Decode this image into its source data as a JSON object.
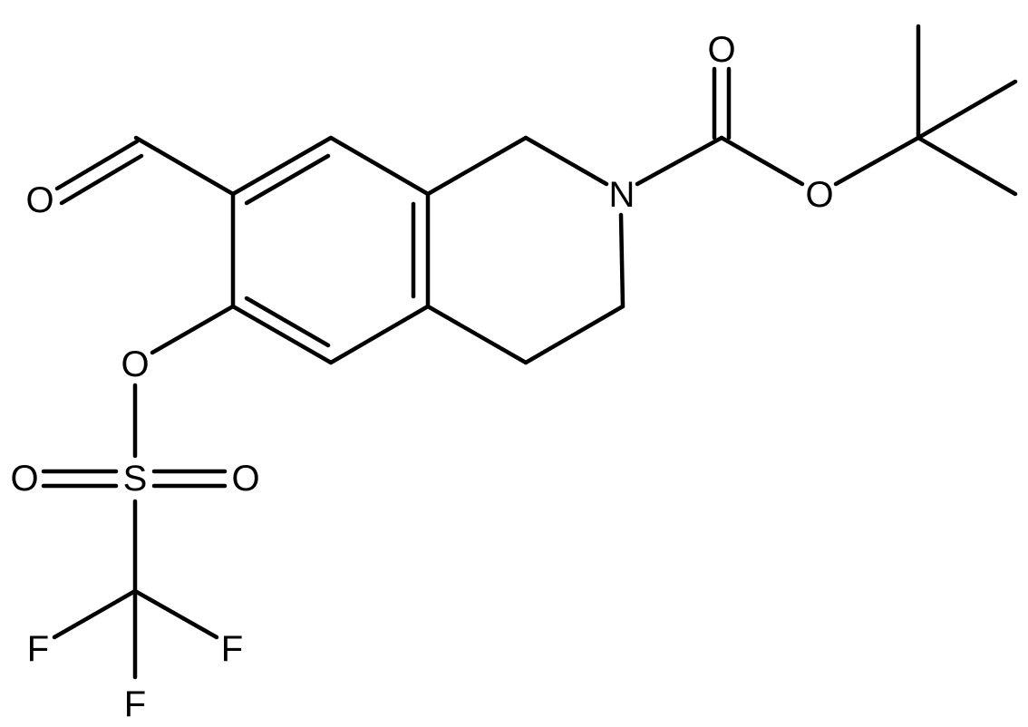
{
  "atoms": {
    "o_aldehyde": "O",
    "n_ring": "N",
    "o_carbonyl": "O",
    "o_ester": "O",
    "o_triflate": "O",
    "s": "S",
    "o_sulfonyl_left": "O",
    "o_sulfonyl_right": "O",
    "f_left": "F",
    "f_right": "F",
    "f_bottom": "F"
  },
  "colors": {
    "ink": "#000000",
    "background": "#ffffff"
  }
}
